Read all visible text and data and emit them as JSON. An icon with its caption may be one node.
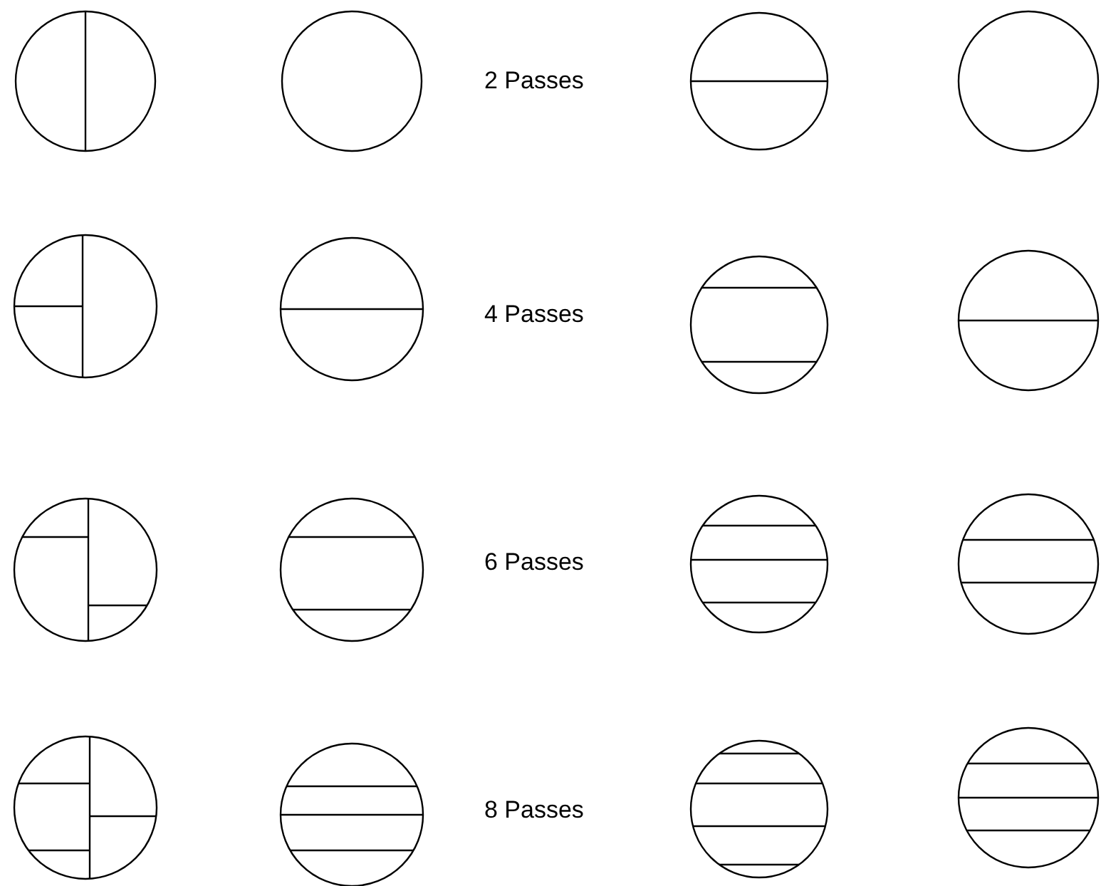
{
  "diagram": {
    "labels": [
      "2 Passes",
      "4 Passes",
      "6 Passes",
      "8 Passes"
    ]
  }
}
